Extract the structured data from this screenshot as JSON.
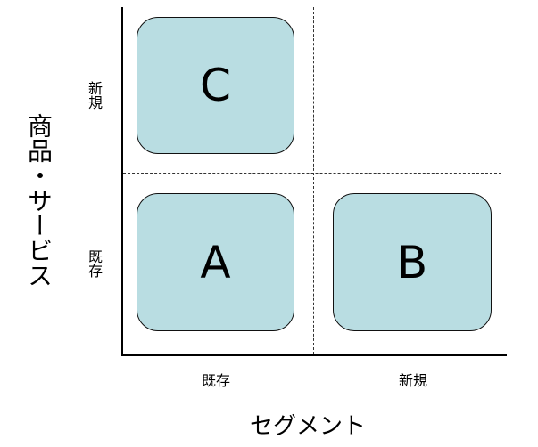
{
  "boxes": {
    "c": "C",
    "a": "A",
    "b": "B"
  },
  "y_axis": {
    "title": "商品・サービス",
    "ticks": {
      "upper": "新規",
      "lower": "既存"
    }
  },
  "x_axis": {
    "title": "セグメント",
    "ticks": {
      "left": "既存",
      "right": "新規"
    }
  },
  "colors": {
    "box_fill": "#b9dde2",
    "box_border": "#111111",
    "axis": "#000000"
  }
}
